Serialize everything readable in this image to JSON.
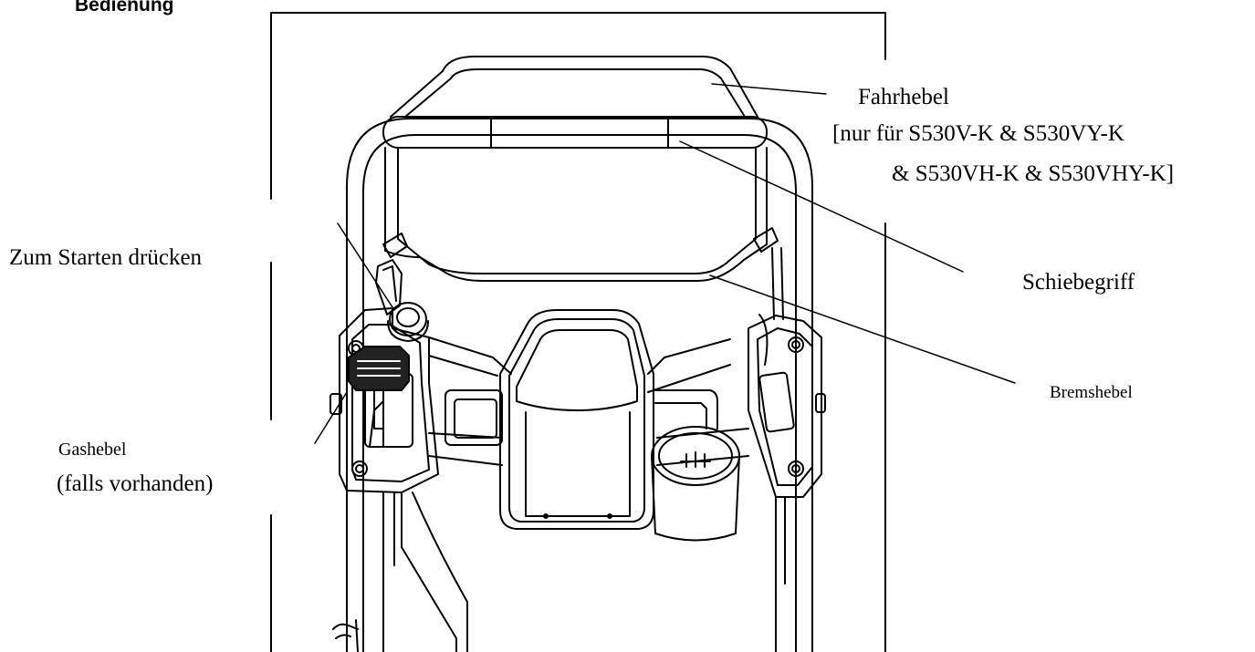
{
  "section_title": "Bedienung",
  "labels": {
    "fahrhebel": "Fahrhebel",
    "fahrhebel_note_line1": "[nur für S530V-K & S530VY-K",
    "fahrhebel_note_line2": "& S530VH-K & S530VHY-K]",
    "start": "Zum Starten drücken",
    "schiebegriff": "Schiebegriff",
    "bremshebel": "Bremshebel",
    "gashebel": "Gashebel",
    "gashebel_note": "(falls vorhanden)"
  }
}
